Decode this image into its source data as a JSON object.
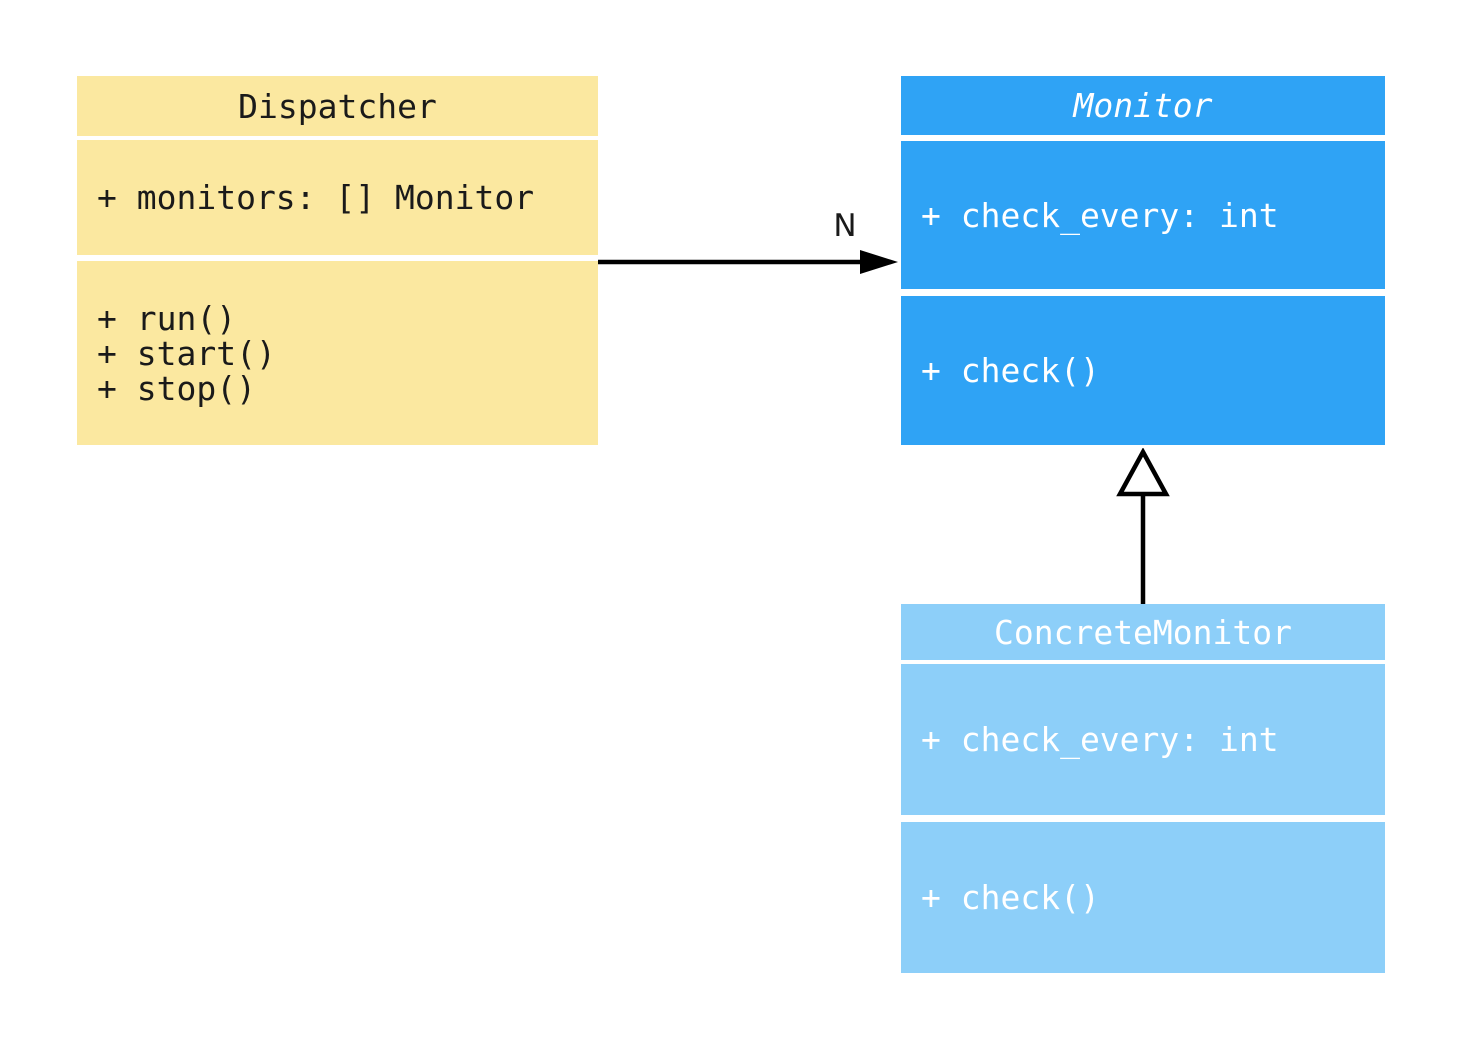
{
  "diagram_type": "uml-class-diagram",
  "colors": {
    "dispatcher_fill": "#FBE8A0",
    "monitor_fill": "#2FA3F5",
    "concrete_monitor_fill": "#8DCFF9",
    "dark_text": "#1a1a1a",
    "light_text": "#ffffff",
    "arrow_color": "#000000",
    "background": "#ffffff"
  },
  "classes": {
    "dispatcher": {
      "name": "Dispatcher",
      "abstract": false,
      "attributes": [
        "+ monitors: [] Monitor"
      ],
      "methods": [
        "+ run()",
        "+ start()",
        "+ stop()"
      ]
    },
    "monitor": {
      "name": "Monitor",
      "abstract": true,
      "attributes": [
        "+ check_every: int"
      ],
      "methods": [
        "+ check()"
      ]
    },
    "concrete_monitor": {
      "name": "ConcreteMonitor",
      "abstract": false,
      "attributes": [
        "+ check_every: int"
      ],
      "methods": [
        "+ check()"
      ]
    }
  },
  "relations": {
    "association": {
      "type": "association",
      "from": "Dispatcher",
      "to": "Monitor",
      "label": "N"
    },
    "inheritance": {
      "type": "inheritance",
      "from": "ConcreteMonitor",
      "to": "Monitor",
      "label": ""
    }
  }
}
